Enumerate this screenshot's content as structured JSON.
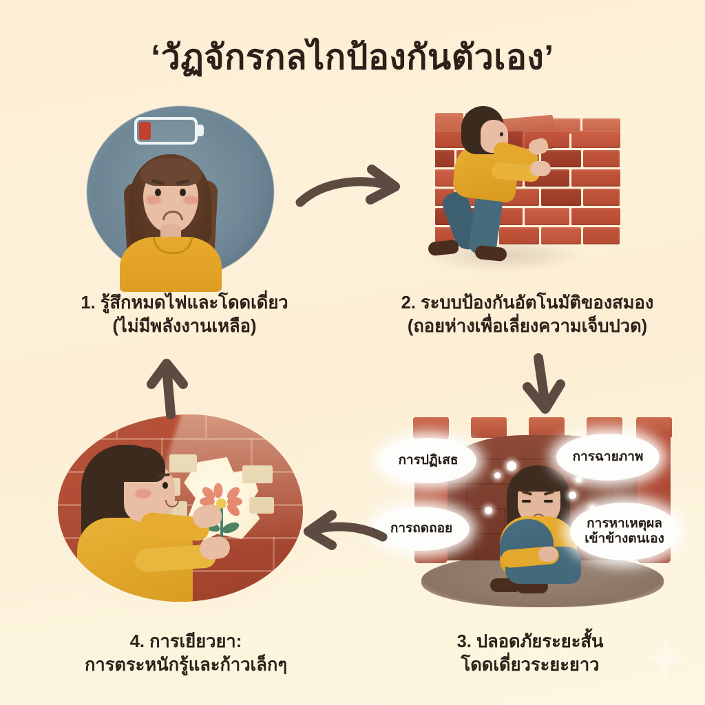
{
  "meta": {
    "title": "‘วัฏจักรกลไกป้องกันตัวเอง’",
    "background_colors": [
      "#fdeed4",
      "#fdf4dd"
    ],
    "accent_colors": {
      "text": "#2b211a",
      "arrow": "#5d4b42",
      "brick": "#b44b33",
      "shirt": "#e2a52a",
      "denim": "#44697b",
      "circle_blue": "#6d8796",
      "battery_low": "#c2402f",
      "flower": "#e2775c"
    }
  },
  "steps": [
    {
      "id": 1,
      "caption_line1": "1. รู้สึกหมดไฟและโดดเดี่ยว",
      "caption_line2": "(ไม่มีพลังงานเหลือ)",
      "illustration": "sad-woman-with-low-battery-icon"
    },
    {
      "id": 2,
      "caption_line1": "2. ระบบป้องกันอัตโนมัติของสมอง",
      "caption_line2": "(ถอยห่างเพื่อเลี่ยงความเจ็บปวด)",
      "illustration": "woman-building-brick-wall"
    },
    {
      "id": 3,
      "caption_line1": "3. ปลอดภัยระยะสั้น",
      "caption_line2": "โดดเดี่ยวระยะยาว",
      "illustration": "woman-curled-inside-brick-fortress"
    },
    {
      "id": 4,
      "caption_line1": "4. การเยียวยา:",
      "caption_line2": "การตระหนักรู้และก้าวเล็กๆ",
      "illustration": "woman-removing-bricks-revealing-flower-and-light"
    }
  ],
  "defense_bubbles": [
    {
      "id": "denial",
      "line1": "การปฏิเสธ",
      "line2": ""
    },
    {
      "id": "projection",
      "line1": "การฉายภาพ",
      "line2": ""
    },
    {
      "id": "regression",
      "line1": "การถดถอย",
      "line2": ""
    },
    {
      "id": "rationalization",
      "line1": "การหาเหตุผล",
      "line2": "เข้าข้างตนเอง"
    }
  ],
  "arrows": [
    {
      "id": "arrow-1-to-2",
      "direction": "right",
      "icon": "curved-arrow-right-icon"
    },
    {
      "id": "arrow-2-to-3",
      "direction": "down",
      "icon": "arrow-down-icon"
    },
    {
      "id": "arrow-3-to-4",
      "direction": "left",
      "icon": "curved-arrow-left-icon"
    },
    {
      "id": "arrow-4-to-1",
      "direction": "up",
      "icon": "arrow-up-icon"
    }
  ],
  "decorations": [
    {
      "id": "sparkle",
      "icon": "sparkle-star-icon"
    }
  ]
}
